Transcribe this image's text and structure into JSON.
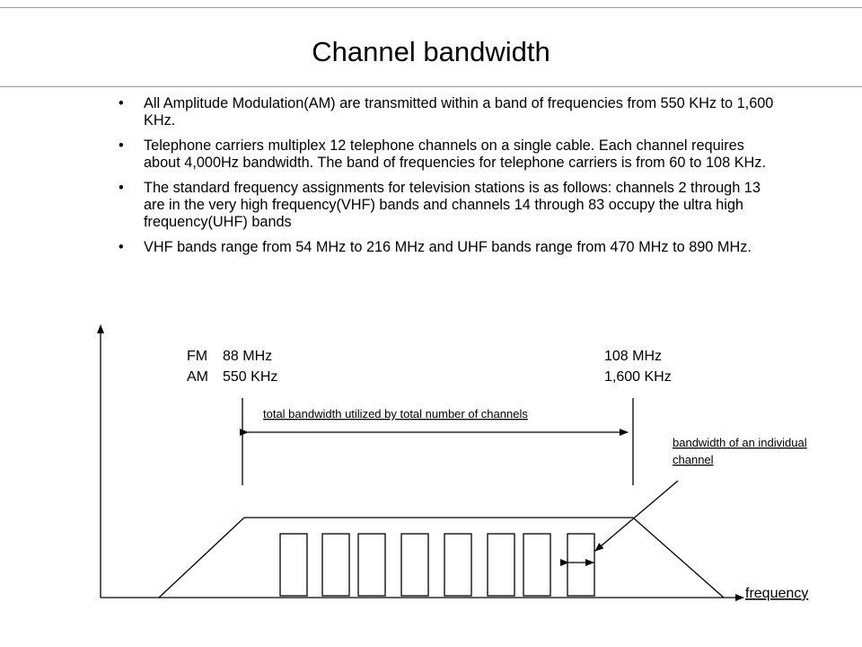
{
  "title": "Channel bandwidth",
  "bullets": [
    "All Amplitude Modulation(AM) are transmitted within a band of frequencies from 550 KHz to 1,600 KHz.",
    "Telephone carriers multiplex 12 telephone channels on a single cable.  Each channel requires about 4,000Hz bandwidth.  The band of frequencies for telephone carriers is from 60 to 108 KHz.",
    "The standard frequency assignments for television stations is as follows: channels 2 through 13 are in the very high frequency(VHF) bands and channels 14 through 83 occupy the ultra high frequency(UHF) bands",
    "VHF bands range from  54 MHz to 216 MHz and UHF bands range from 470 MHz to 890 MHz."
  ],
  "bullet_symbol": "•",
  "diagram": {
    "fm_label": "FM",
    "fm_low": "88 MHz",
    "fm_high": "108 MHz",
    "am_label": "AM",
    "am_low": "550 KHz",
    "am_high": "1,600 KHz",
    "total_bandwidth_label": "total bandwidth utilized by total number of channels",
    "channel_bandwidth_label_line1": "bandwidth of an individual",
    "channel_bandwidth_label_line2": "channel",
    "axis_label": "frequency",
    "channel_count": 8
  },
  "colors": {
    "line": "#000000",
    "rule": "#9a9a9a"
  }
}
